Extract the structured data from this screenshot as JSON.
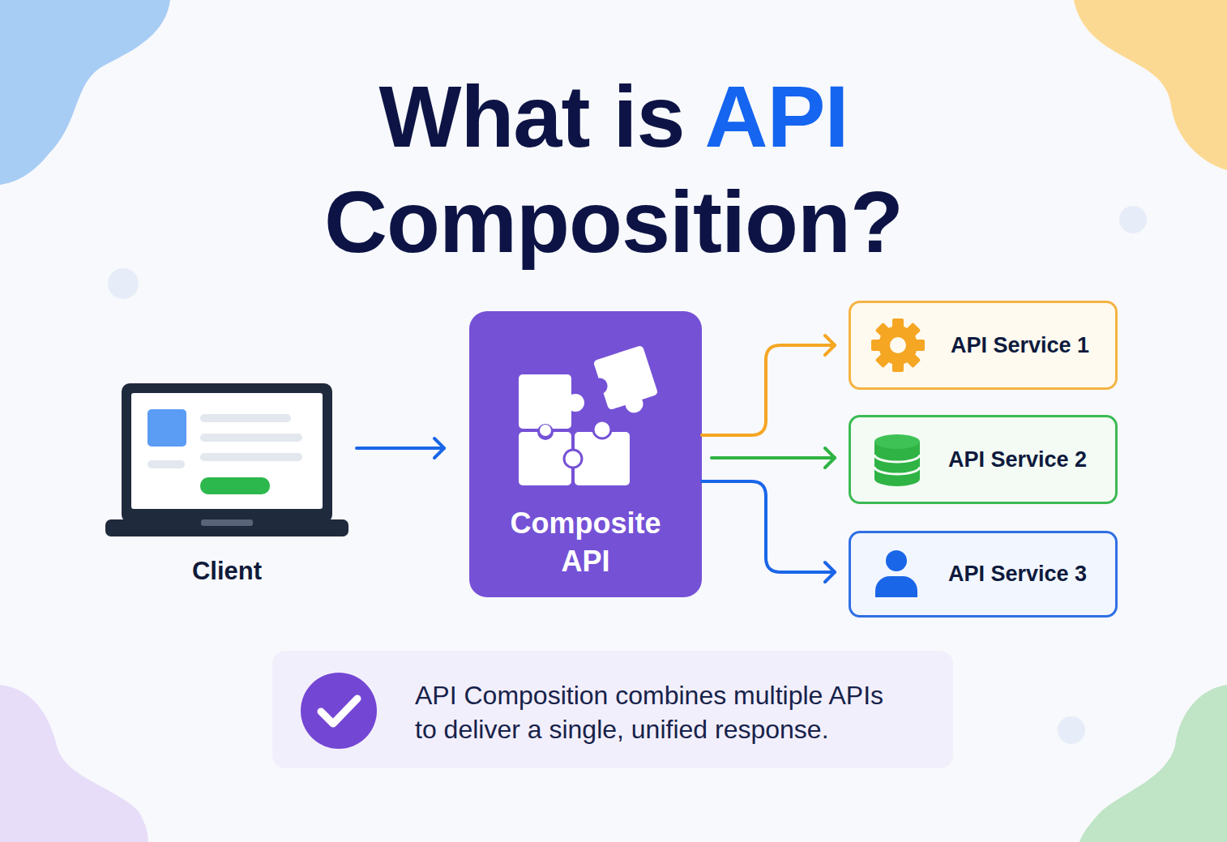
{
  "diagram": {
    "title": "What is API Composition?",
    "caption": "API Composition combines multiple APIs to deliver a single, unified response.",
    "nodes": [
      {
        "text": [
          "Client"
        ]
      },
      {
        "text": [
          "Composite API"
        ]
      },
      {
        "text": [
          "API Service 1"
        ]
      },
      {
        "text": [
          "API Service 2"
        ]
      },
      {
        "text": [
          "API Service 3"
        ]
      }
    ],
    "edges": [
      {
        "from": 0,
        "to": 1,
        "arrow": "to"
      },
      {
        "from": 1,
        "to": 2,
        "arrow": "to"
      },
      {
        "from": 1,
        "to": 3,
        "arrow": "to"
      },
      {
        "from": 1,
        "to": 4,
        "arrow": "to"
      }
    ]
  }
}
